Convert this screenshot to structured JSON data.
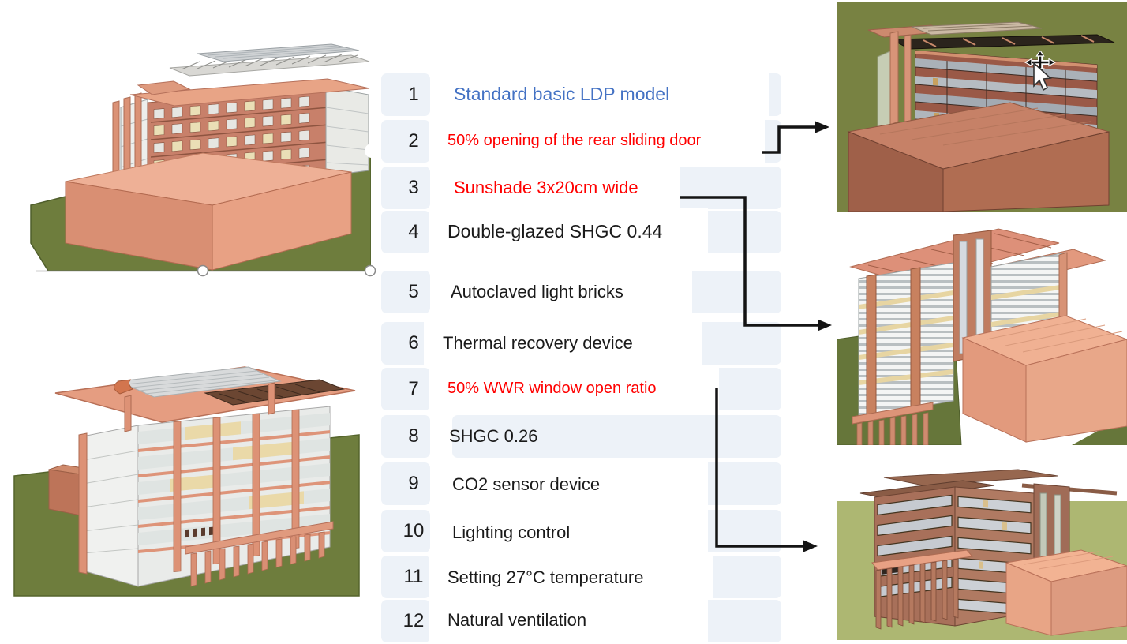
{
  "list": {
    "rows": [
      {
        "num": "1",
        "label": "Standard basic LDP model",
        "color": "#4472c4"
      },
      {
        "num": "2",
        "label": "50% opening of the rear sliding door",
        "color": "#ff0000"
      },
      {
        "num": "3",
        "label": "Sunshade 3x20cm wide",
        "color": "#ff0000"
      },
      {
        "num": "4",
        "label": "Double-glazed SHGC 0.44",
        "color": "#1a1a1a"
      },
      {
        "num": "5",
        "label": "Autoclaved light bricks",
        "color": "#1a1a1a"
      },
      {
        "num": "6",
        "label": "Thermal recovery device",
        "color": "#1a1a1a"
      },
      {
        "num": "7",
        "label": "50% WWR window open ratio",
        "color": "#ff0000"
      },
      {
        "num": "8",
        "label": "SHGC 0.26",
        "color": "#1a1a1a"
      },
      {
        "num": "9",
        "label": "CO2 sensor device",
        "color": "#1a1a1a"
      },
      {
        "num": "10",
        "label": "Lighting control",
        "color": "#1a1a1a"
      },
      {
        "num": "11",
        "label": "Setting 27°C temperature",
        "color": "#1a1a1a"
      },
      {
        "num": "12",
        "label": "Natural ventilation",
        "color": "#1a1a1a"
      }
    ]
  },
  "colors": {
    "row_band": "#edf2f8",
    "highlight_red": "#ff0000",
    "title_blue": "#4472c4",
    "arrow_black": "#141414",
    "grass_green": "#6e7d3d",
    "tile_top_right_bg": "#788242",
    "tile_bottom_right_bg": "#adb772",
    "building_salmon": "#dd9276",
    "building_brick": "#c8806a"
  },
  "images": {
    "top_left": "building-render-rear-view",
    "bottom_left": "building-render-front-view",
    "top_right": "building-render-rear-sliding-door",
    "middle_right": "building-render-sunshade",
    "bottom_right": "building-render-wwr"
  }
}
